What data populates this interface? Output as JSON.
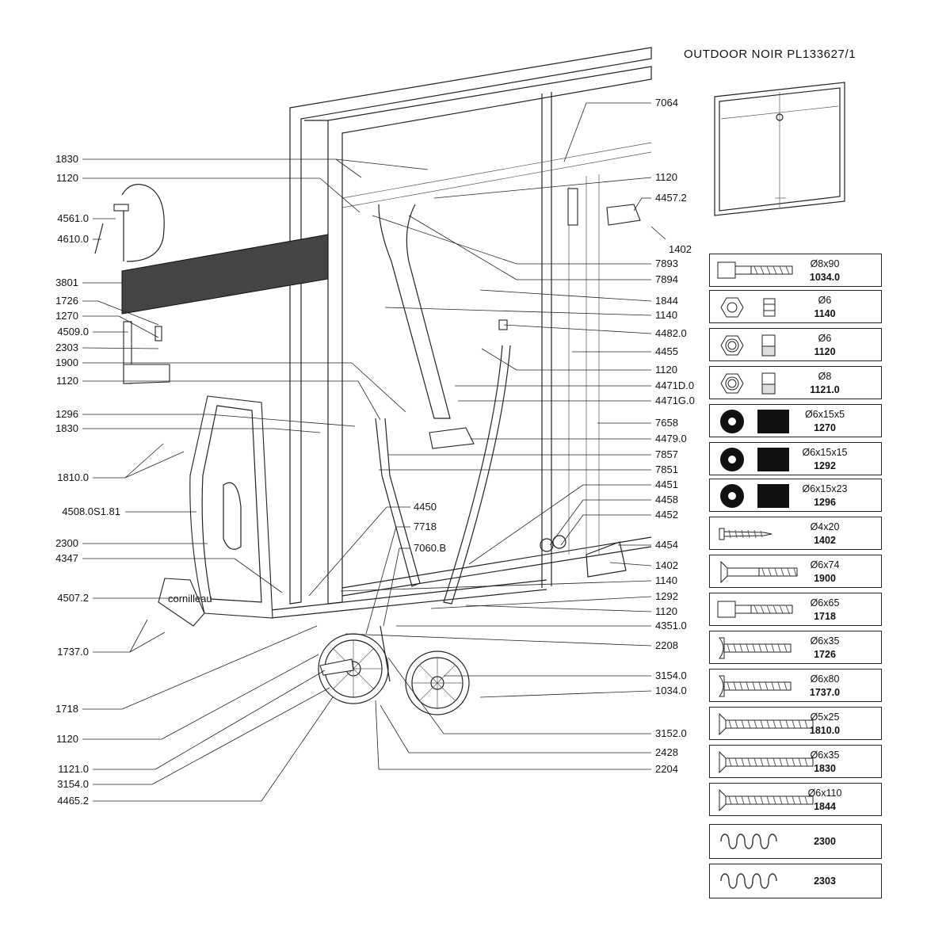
{
  "title": "OUTDOOR  NOIR  PL133627/1",
  "labels_left": [
    "1830",
    "1120",
    "4561.0",
    "4610.0",
    "3801",
    "1726",
    "1270",
    "4509.0",
    "2303",
    "1900",
    "1120",
    "1296",
    "1830",
    "1810.0",
    "4508.0S1.81",
    "2300",
    "4347",
    "4507.2",
    "1737.0",
    "1718",
    "1120",
    "1121.0",
    "3154.0",
    "4465.2"
  ],
  "labels_middle": [
    "4450",
    "7718",
    "7060.B"
  ],
  "labels_right": [
    "7064",
    "1120",
    "4457.2",
    "1402",
    "7893",
    "7894",
    "1844",
    "1140",
    "4482.0",
    "4455",
    "1120",
    "4471D.0",
    "4471G.0",
    "7658",
    "4479.0",
    "7857",
    "7851",
    "4451",
    "4458",
    "4452",
    "4454",
    "1402",
    "1140",
    "1292",
    "1120",
    "4351.0",
    "2208",
    "3154.0",
    "1034.0",
    "3152.0",
    "2428",
    "2204"
  ],
  "hardware": [
    {
      "spec": "Ø8x90",
      "code": "1034.0",
      "icon": "hex-bolt-icon"
    },
    {
      "spec": "Ø6",
      "code": "1140",
      "icon": "hex-nut-icon"
    },
    {
      "spec": "Ø6",
      "code": "1120",
      "icon": "lock-nut-icon"
    },
    {
      "spec": "Ø8",
      "code": "1121.0",
      "icon": "lock-nut-icon"
    },
    {
      "spec": "Ø6x15x5",
      "code": "1270",
      "icon": "washer-icon"
    },
    {
      "spec": "Ø6x15x15",
      "code": "1292",
      "icon": "washer-icon"
    },
    {
      "spec": "Ø6x15x23",
      "code": "1296",
      "icon": "washer-icon"
    },
    {
      "spec": "Ø4x20",
      "code": "1402",
      "icon": "wood-screw-icon"
    },
    {
      "spec": "Ø6x74",
      "code": "1900",
      "icon": "countersunk-bolt-icon"
    },
    {
      "spec": "Ø6x65",
      "code": "1718",
      "icon": "hex-bolt-icon"
    },
    {
      "spec": "Ø6x35",
      "code": "1726",
      "icon": "round-head-bolt-icon"
    },
    {
      "spec": "Ø6x80",
      "code": "1737.0",
      "icon": "round-head-bolt-icon"
    },
    {
      "spec": "Ø5x25",
      "code": "1810.0",
      "icon": "countersunk-screw-icon"
    },
    {
      "spec": "Ø6x35",
      "code": "1830",
      "icon": "countersunk-screw-icon"
    },
    {
      "spec": "Ø6x110",
      "code": "1844",
      "icon": "countersunk-screw-icon"
    },
    {
      "spec": "",
      "code": "2300",
      "icon": "spring-coil-icon"
    },
    {
      "spec": "",
      "code": "2303",
      "icon": "spring-coil-icon"
    }
  ]
}
